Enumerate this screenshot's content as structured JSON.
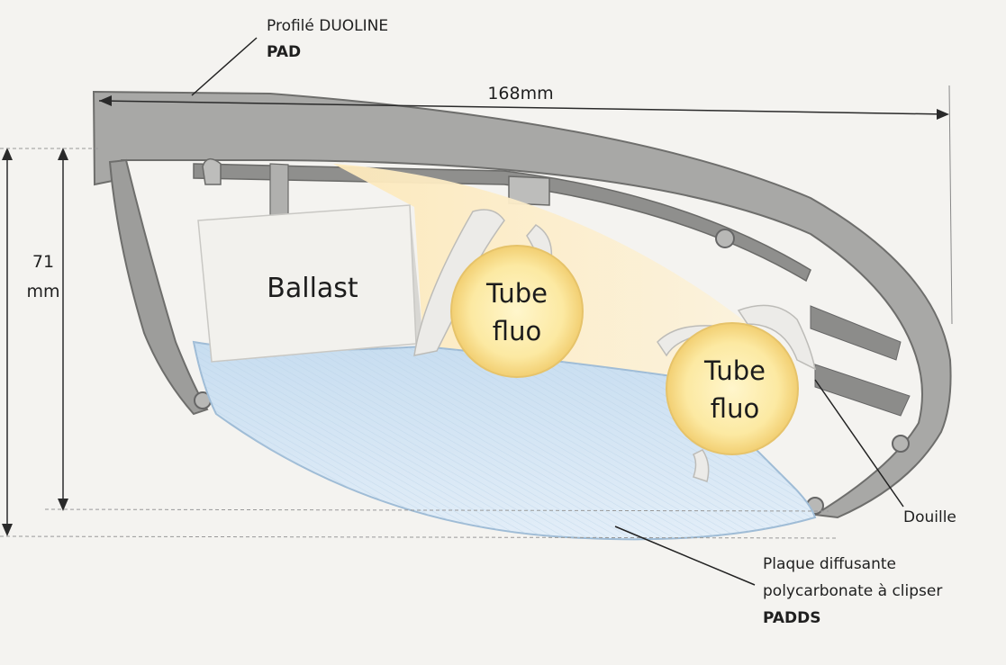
{
  "profile_label": {
    "line1": "Profilé DUOLINE",
    "line2": "PAD"
  },
  "width_dim": "168mm",
  "height_dim": {
    "value": "71",
    "unit": "mm"
  },
  "ballast": "Ballast",
  "tube1": {
    "line1": "Tube",
    "line2": "fluo"
  },
  "tube2": {
    "line1": "Tube",
    "line2": "fluo"
  },
  "douille": "Douille",
  "diffuser": {
    "line1": "Plaque diffusante",
    "line2": "polycarbonate à clipser",
    "line3": "PADDS"
  },
  "colors": {
    "profile_gray": "#a9a9a7",
    "profile_dark": "#7f7f7d",
    "diffuser_blue": "#cfe3f2",
    "tube_yellow": "#fbe6a6",
    "glow": "#fbefce",
    "ballast": "#f1f0ec"
  }
}
